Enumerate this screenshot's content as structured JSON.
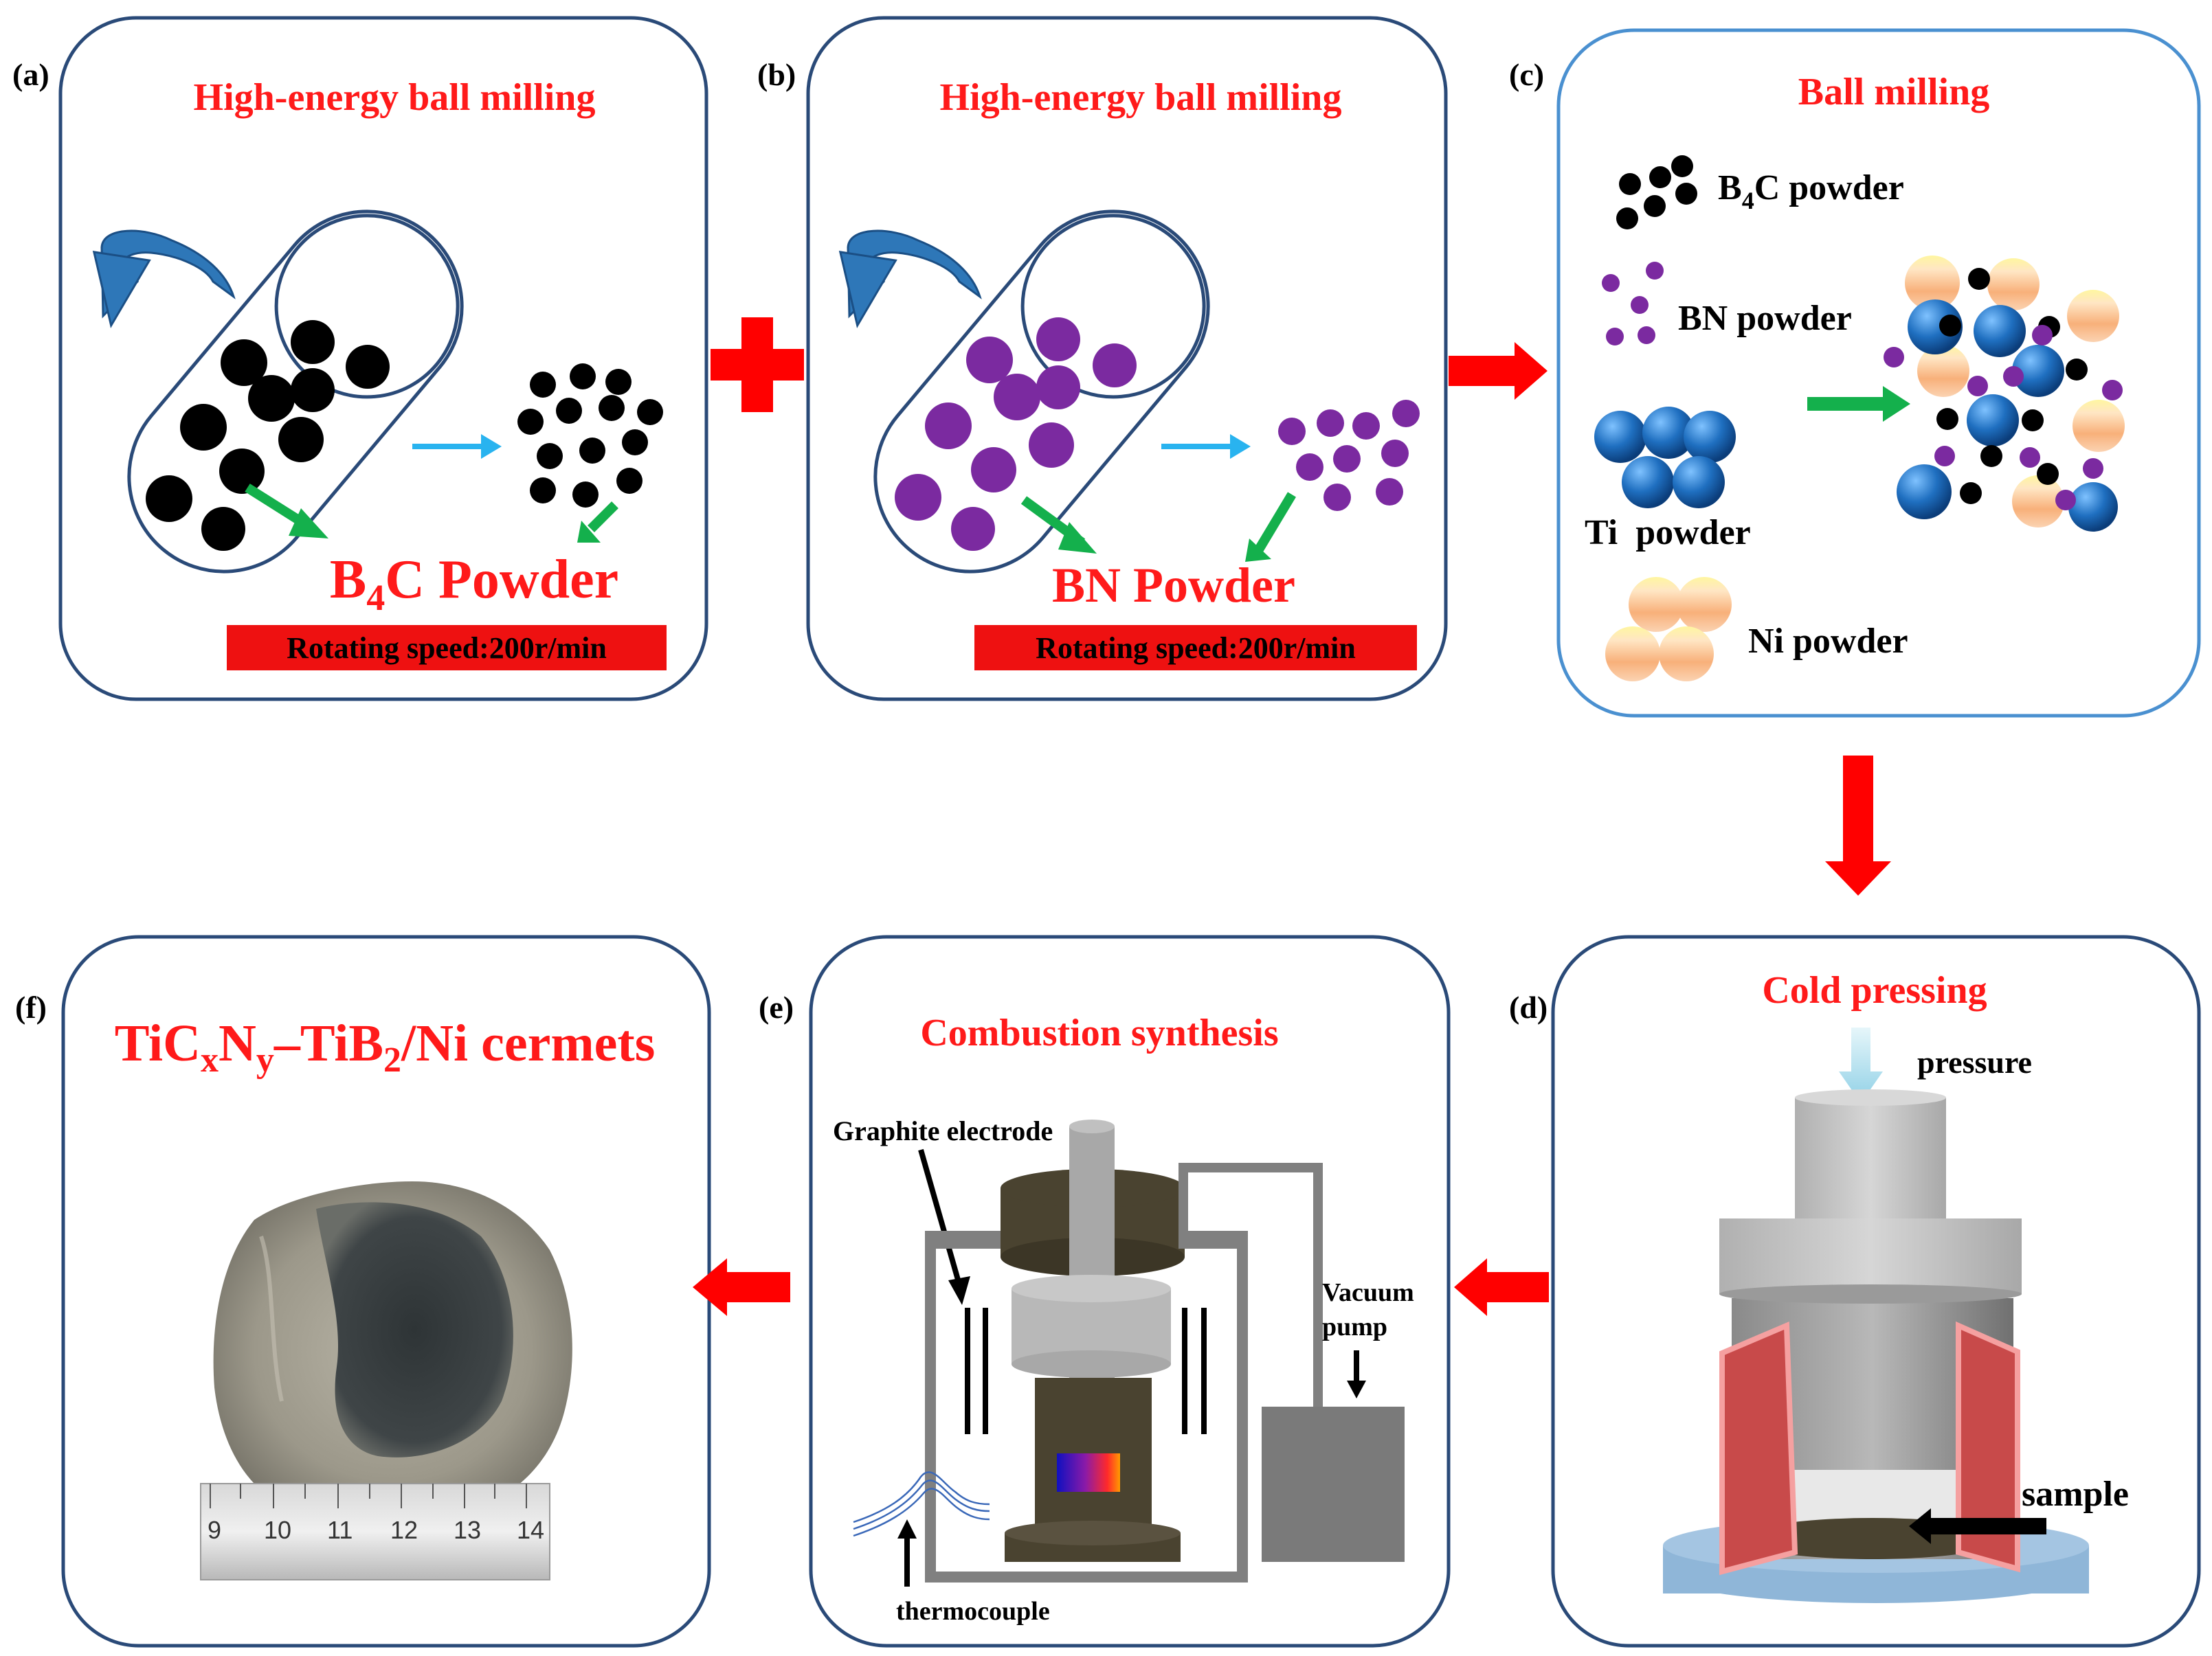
{
  "panels": {
    "a": {
      "label": "(a)",
      "title": "High-energy ball milling",
      "powder_label": "B",
      "powder_sub": "4",
      "powder_rest": "C Powder",
      "speed": "Rotating speed:200r/min"
    },
    "b": {
      "label": "(b)",
      "title": "High-energy ball milling",
      "powder_label": "BN Powder",
      "speed": "Rotating speed:200r/min"
    },
    "c": {
      "label": "(c)",
      "title": "Ball milling",
      "b4c_main": "B",
      "b4c_sub": "4",
      "b4c_rest": "C powder",
      "bn": "BN powder",
      "ti": "Ti  powder",
      "ni": "Ni powder"
    },
    "d": {
      "label": "(d)",
      "title": "Cold pressing",
      "pressure": "pressure",
      "sample": "sample"
    },
    "e": {
      "label": "(e)",
      "title": "Combustion synthesis",
      "electrode": "Graphite electrode",
      "vacuum_1": "Vacuum",
      "vacuum_2": "pump",
      "thermocouple": "thermocouple"
    },
    "f": {
      "label": "(f)",
      "title_a": "TiC",
      "title_x": "x",
      "title_b": "N",
      "title_y": "y",
      "title_c": "–TiB",
      "title_2": "2",
      "title_d": "/Ni cermets",
      "ruler_numbers": [
        "9",
        "10",
        "11",
        "12",
        "13",
        "14"
      ]
    }
  },
  "colors": {
    "title_red": "#ff1a1a",
    "arrow_red": "#ff0000",
    "frame_dark": "#2a4a78",
    "frame_light": "#4a90d0",
    "b4c": "#000000",
    "bn": "#7b2aa0",
    "ti": "#1f6fc0",
    "ni": "#f6b27a",
    "cyan_arrow": "#29b3ef",
    "green_arrow": "#14b04c",
    "furnace": "#4a4330",
    "press_gray": "#c8c8c8",
    "die_red": "#c84a4a",
    "base_blue": "#8fb6d8"
  },
  "icons": {
    "rotation": "curved-rotation-arrow-icon",
    "flow": "red-flow-arrow-icon"
  }
}
